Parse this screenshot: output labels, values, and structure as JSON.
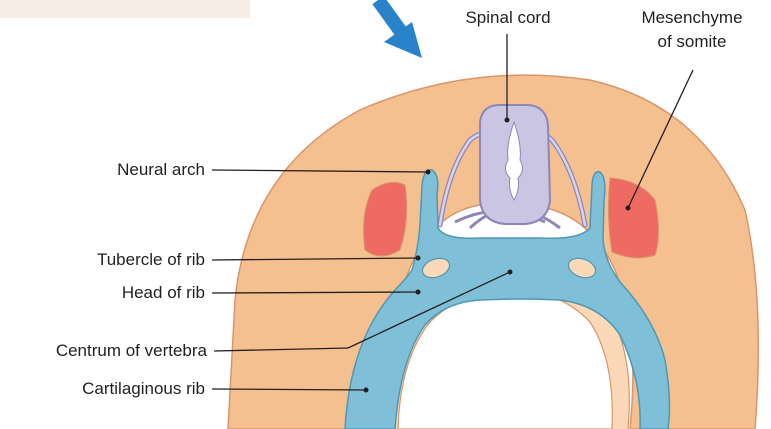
{
  "labels": {
    "spinal_cord": "Spinal cord",
    "mesenchyme_line1": "Mesenchyme",
    "mesenchyme_line2": "of somite",
    "neural_arch": "Neural arch",
    "tubercle_of_rib": "Tubercle of rib",
    "head_of_rib": "Head of rib",
    "centrum_of_vertebra": "Centrum of vertebra",
    "cartilaginous_rib": "Cartilaginous rib"
  },
  "colors": {
    "body_wall": "#f5c08f",
    "body_wall_outline": "#d9956a",
    "cartilage": "#7fc0d8",
    "cartilage_outline": "#4f97b3",
    "spinal_cord": "#c9c5e3",
    "spinal_cord_outline": "#8f86b8",
    "mesenchyme": "#ee6b63",
    "arrow": "#2a83c8",
    "leader_line": "#231f20"
  }
}
